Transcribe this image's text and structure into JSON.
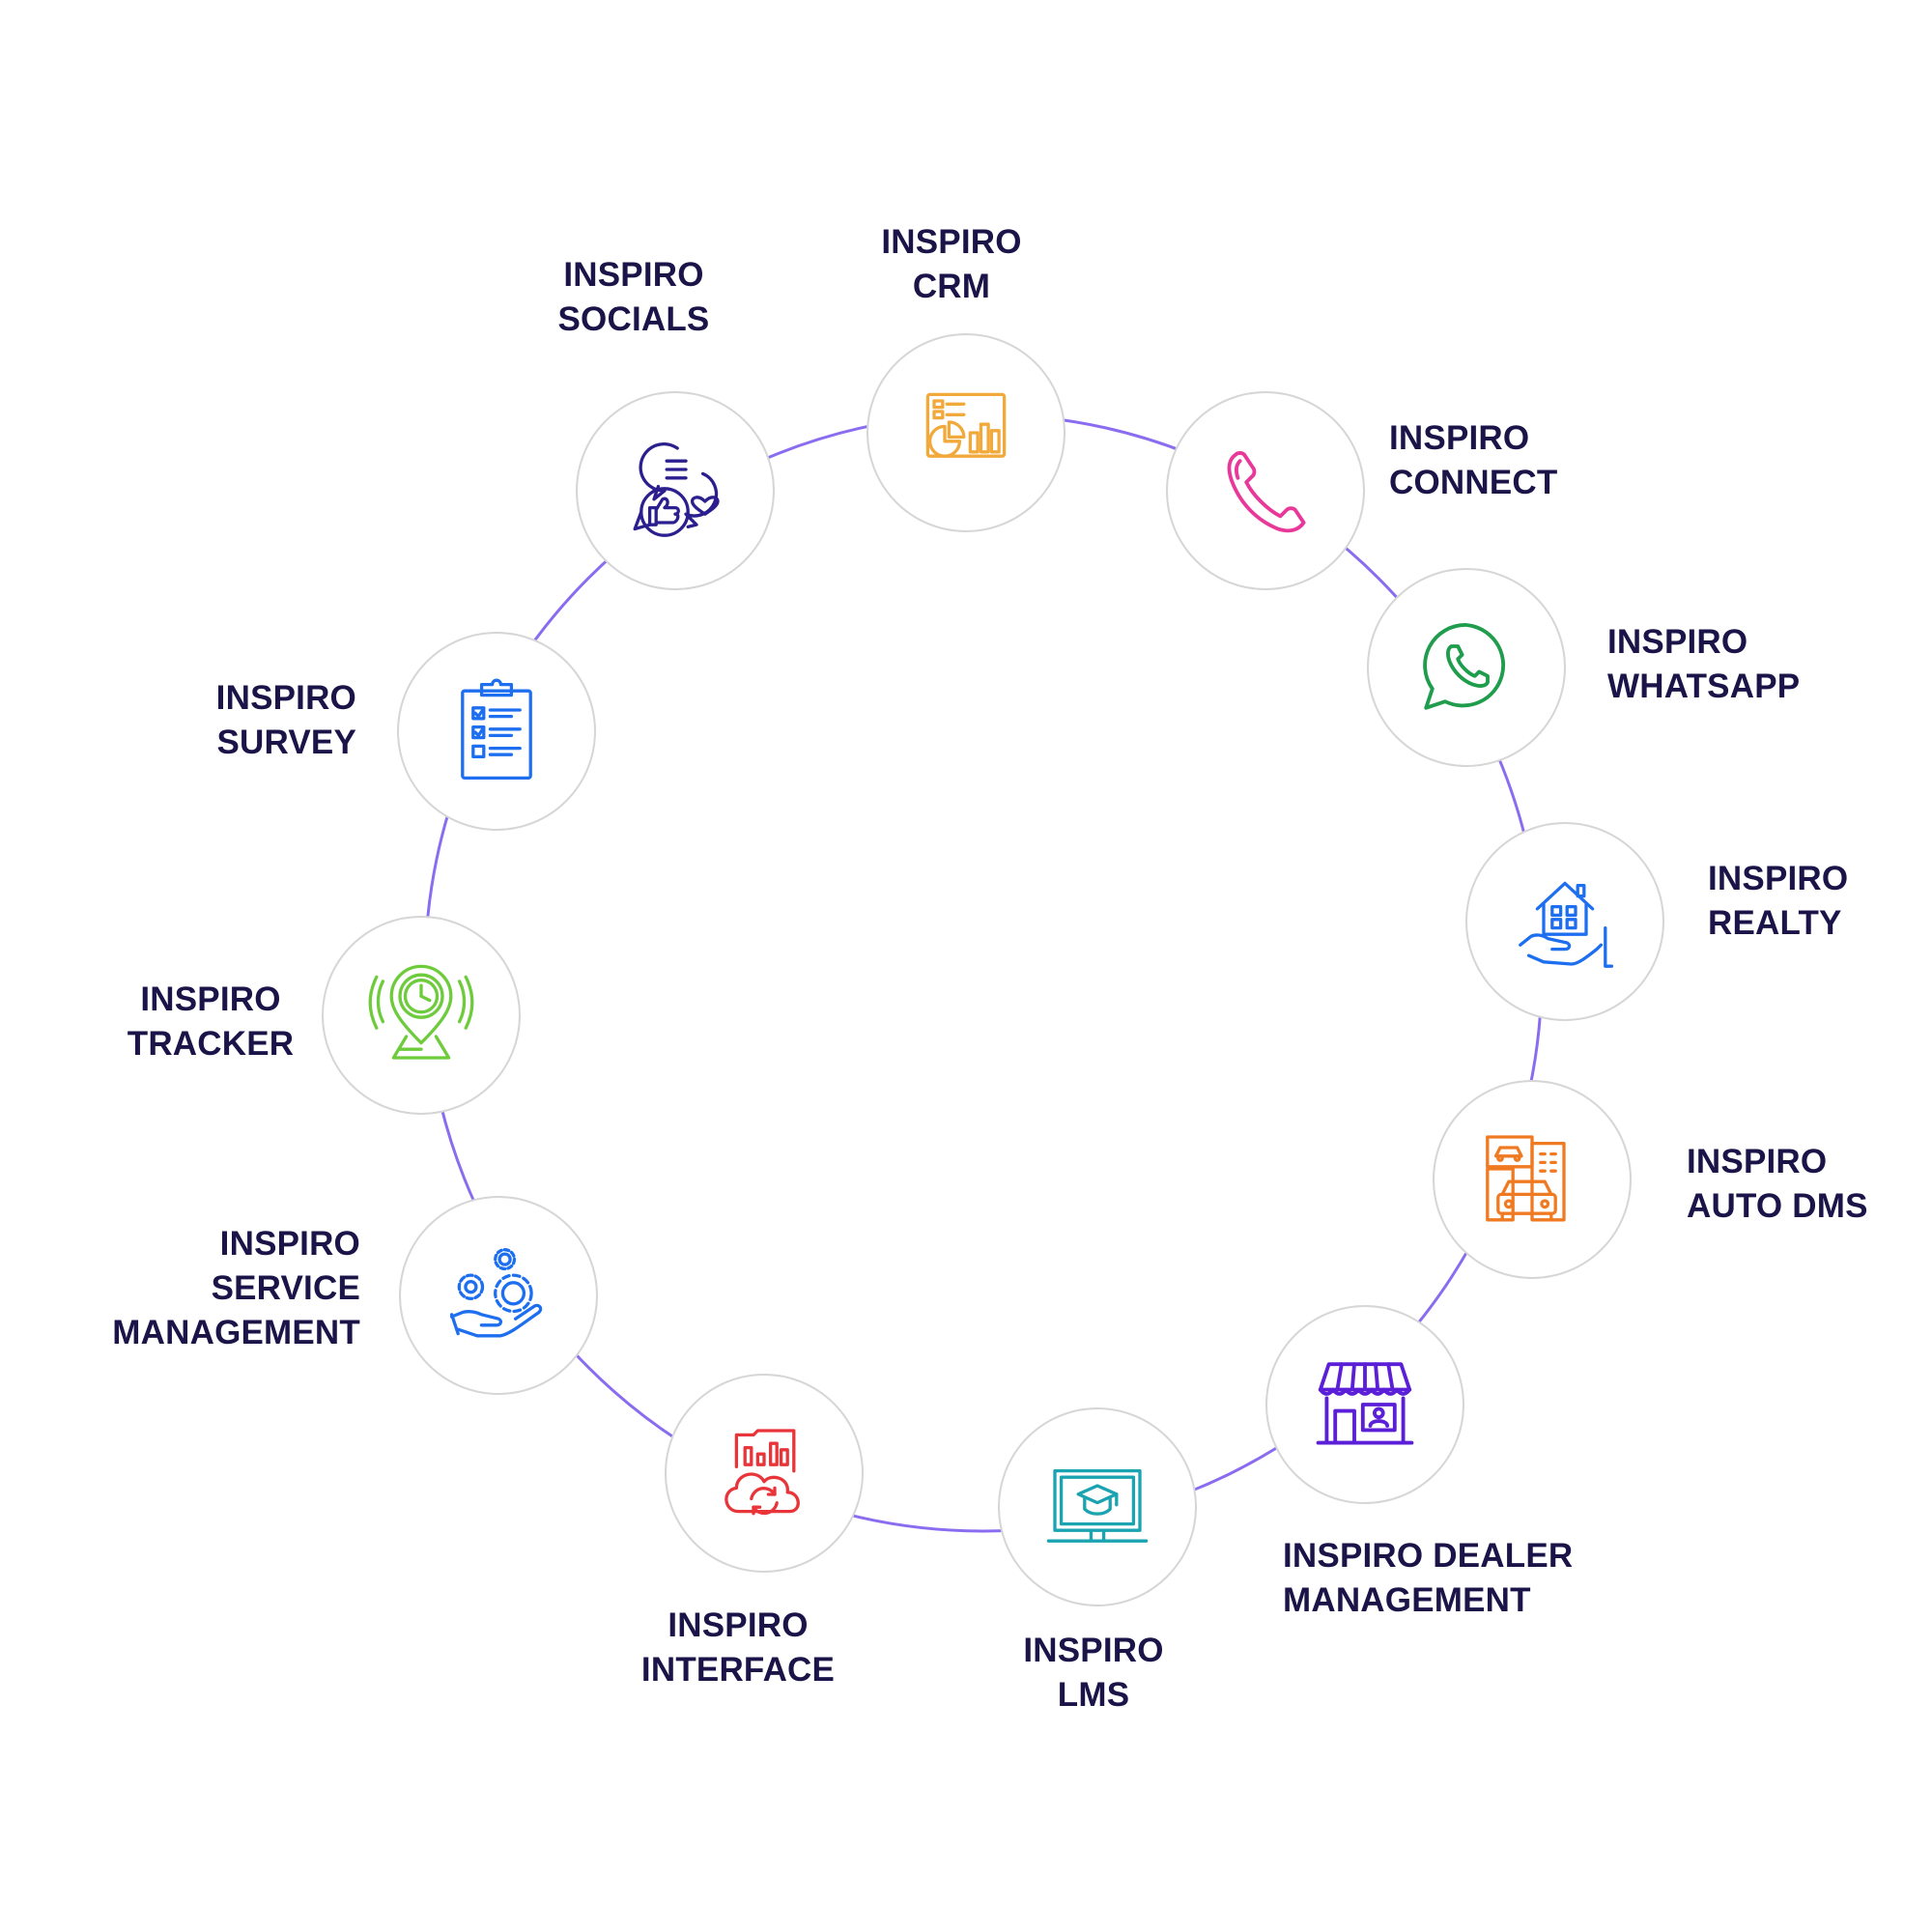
{
  "colors": {
    "ring": "#8a6cf0",
    "node_border": "#d6d6d6",
    "label_text": "#1a1448"
  },
  "modules": [
    {
      "id": "crm",
      "lines": [
        "INSPIRO",
        "CRM"
      ],
      "icon": "dashboard-chart-icon",
      "color": "#f2a93b"
    },
    {
      "id": "connect",
      "lines": [
        "INSPIRO",
        "CONNECT"
      ],
      "icon": "phone-icon",
      "color": "#e8399a"
    },
    {
      "id": "whatsapp",
      "lines": [
        "INSPIRO",
        "WHATSAPP"
      ],
      "icon": "whatsapp-icon",
      "color": "#1f9d4c"
    },
    {
      "id": "realty",
      "lines": [
        "INSPIRO",
        "REALTY"
      ],
      "icon": "house-in-hand-icon",
      "color": "#1e6ff0"
    },
    {
      "id": "auto-dms",
      "lines": [
        "INSPIRO",
        "AUTO DMS"
      ],
      "icon": "car-dealership-icon",
      "color": "#f07a22"
    },
    {
      "id": "dealer-management",
      "lines": [
        "INSPIRO DEALER",
        "MANAGEMENT"
      ],
      "icon": "storefront-icon",
      "color": "#5a1fd6"
    },
    {
      "id": "lms",
      "lines": [
        "INSPIRO",
        "LMS"
      ],
      "icon": "graduation-monitor-icon",
      "color": "#1aa3b0"
    },
    {
      "id": "interface",
      "lines": [
        "INSPIRO",
        "INTERFACE"
      ],
      "icon": "cloud-sync-icon",
      "color": "#e8353a"
    },
    {
      "id": "service-management",
      "lines": [
        "INSPIRO",
        "SERVICE",
        "MANAGEMENT"
      ],
      "icon": "gears-hand-icon",
      "color": "#1e6ff0"
    },
    {
      "id": "tracker",
      "lines": [
        "INSPIRO",
        "TRACKER"
      ],
      "icon": "location-clock-icon",
      "color": "#6ecb3c"
    },
    {
      "id": "survey",
      "lines": [
        "INSPIRO",
        "SURVEY"
      ],
      "icon": "clipboard-checklist-icon",
      "color": "#1e6ff0"
    },
    {
      "id": "socials",
      "lines": [
        "INSPIRO",
        "SOCIALS"
      ],
      "icon": "social-chat-icon",
      "color": "#2b1f8f"
    }
  ]
}
